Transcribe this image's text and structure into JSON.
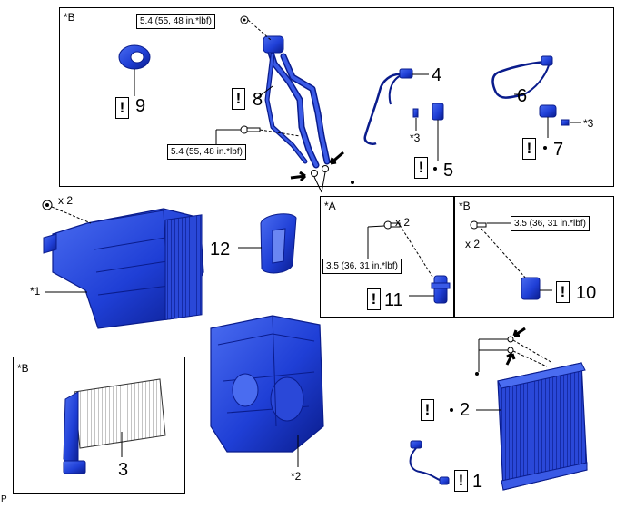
{
  "marks": {
    "star_b": "*B",
    "star_a": "*A",
    "star_1": "*1",
    "star_2": "*2",
    "star_3": "*3",
    "page_tag": "P",
    "times_2": "x 2",
    "warning": "!"
  },
  "torque": {
    "t54": "5.4 (55, 48 in.*lbf)",
    "t35": "3.5 (36, 31 in.*lbf)"
  },
  "parts": [
    "1",
    "2",
    "3",
    "4",
    "5",
    "6",
    "7",
    "8",
    "9",
    "10",
    "11",
    "12"
  ],
  "colors": {
    "part_blue": "#1f3fd6",
    "part_dark": "#0a1c8c",
    "part_light": "#4a6cf0",
    "line": "#000000"
  }
}
